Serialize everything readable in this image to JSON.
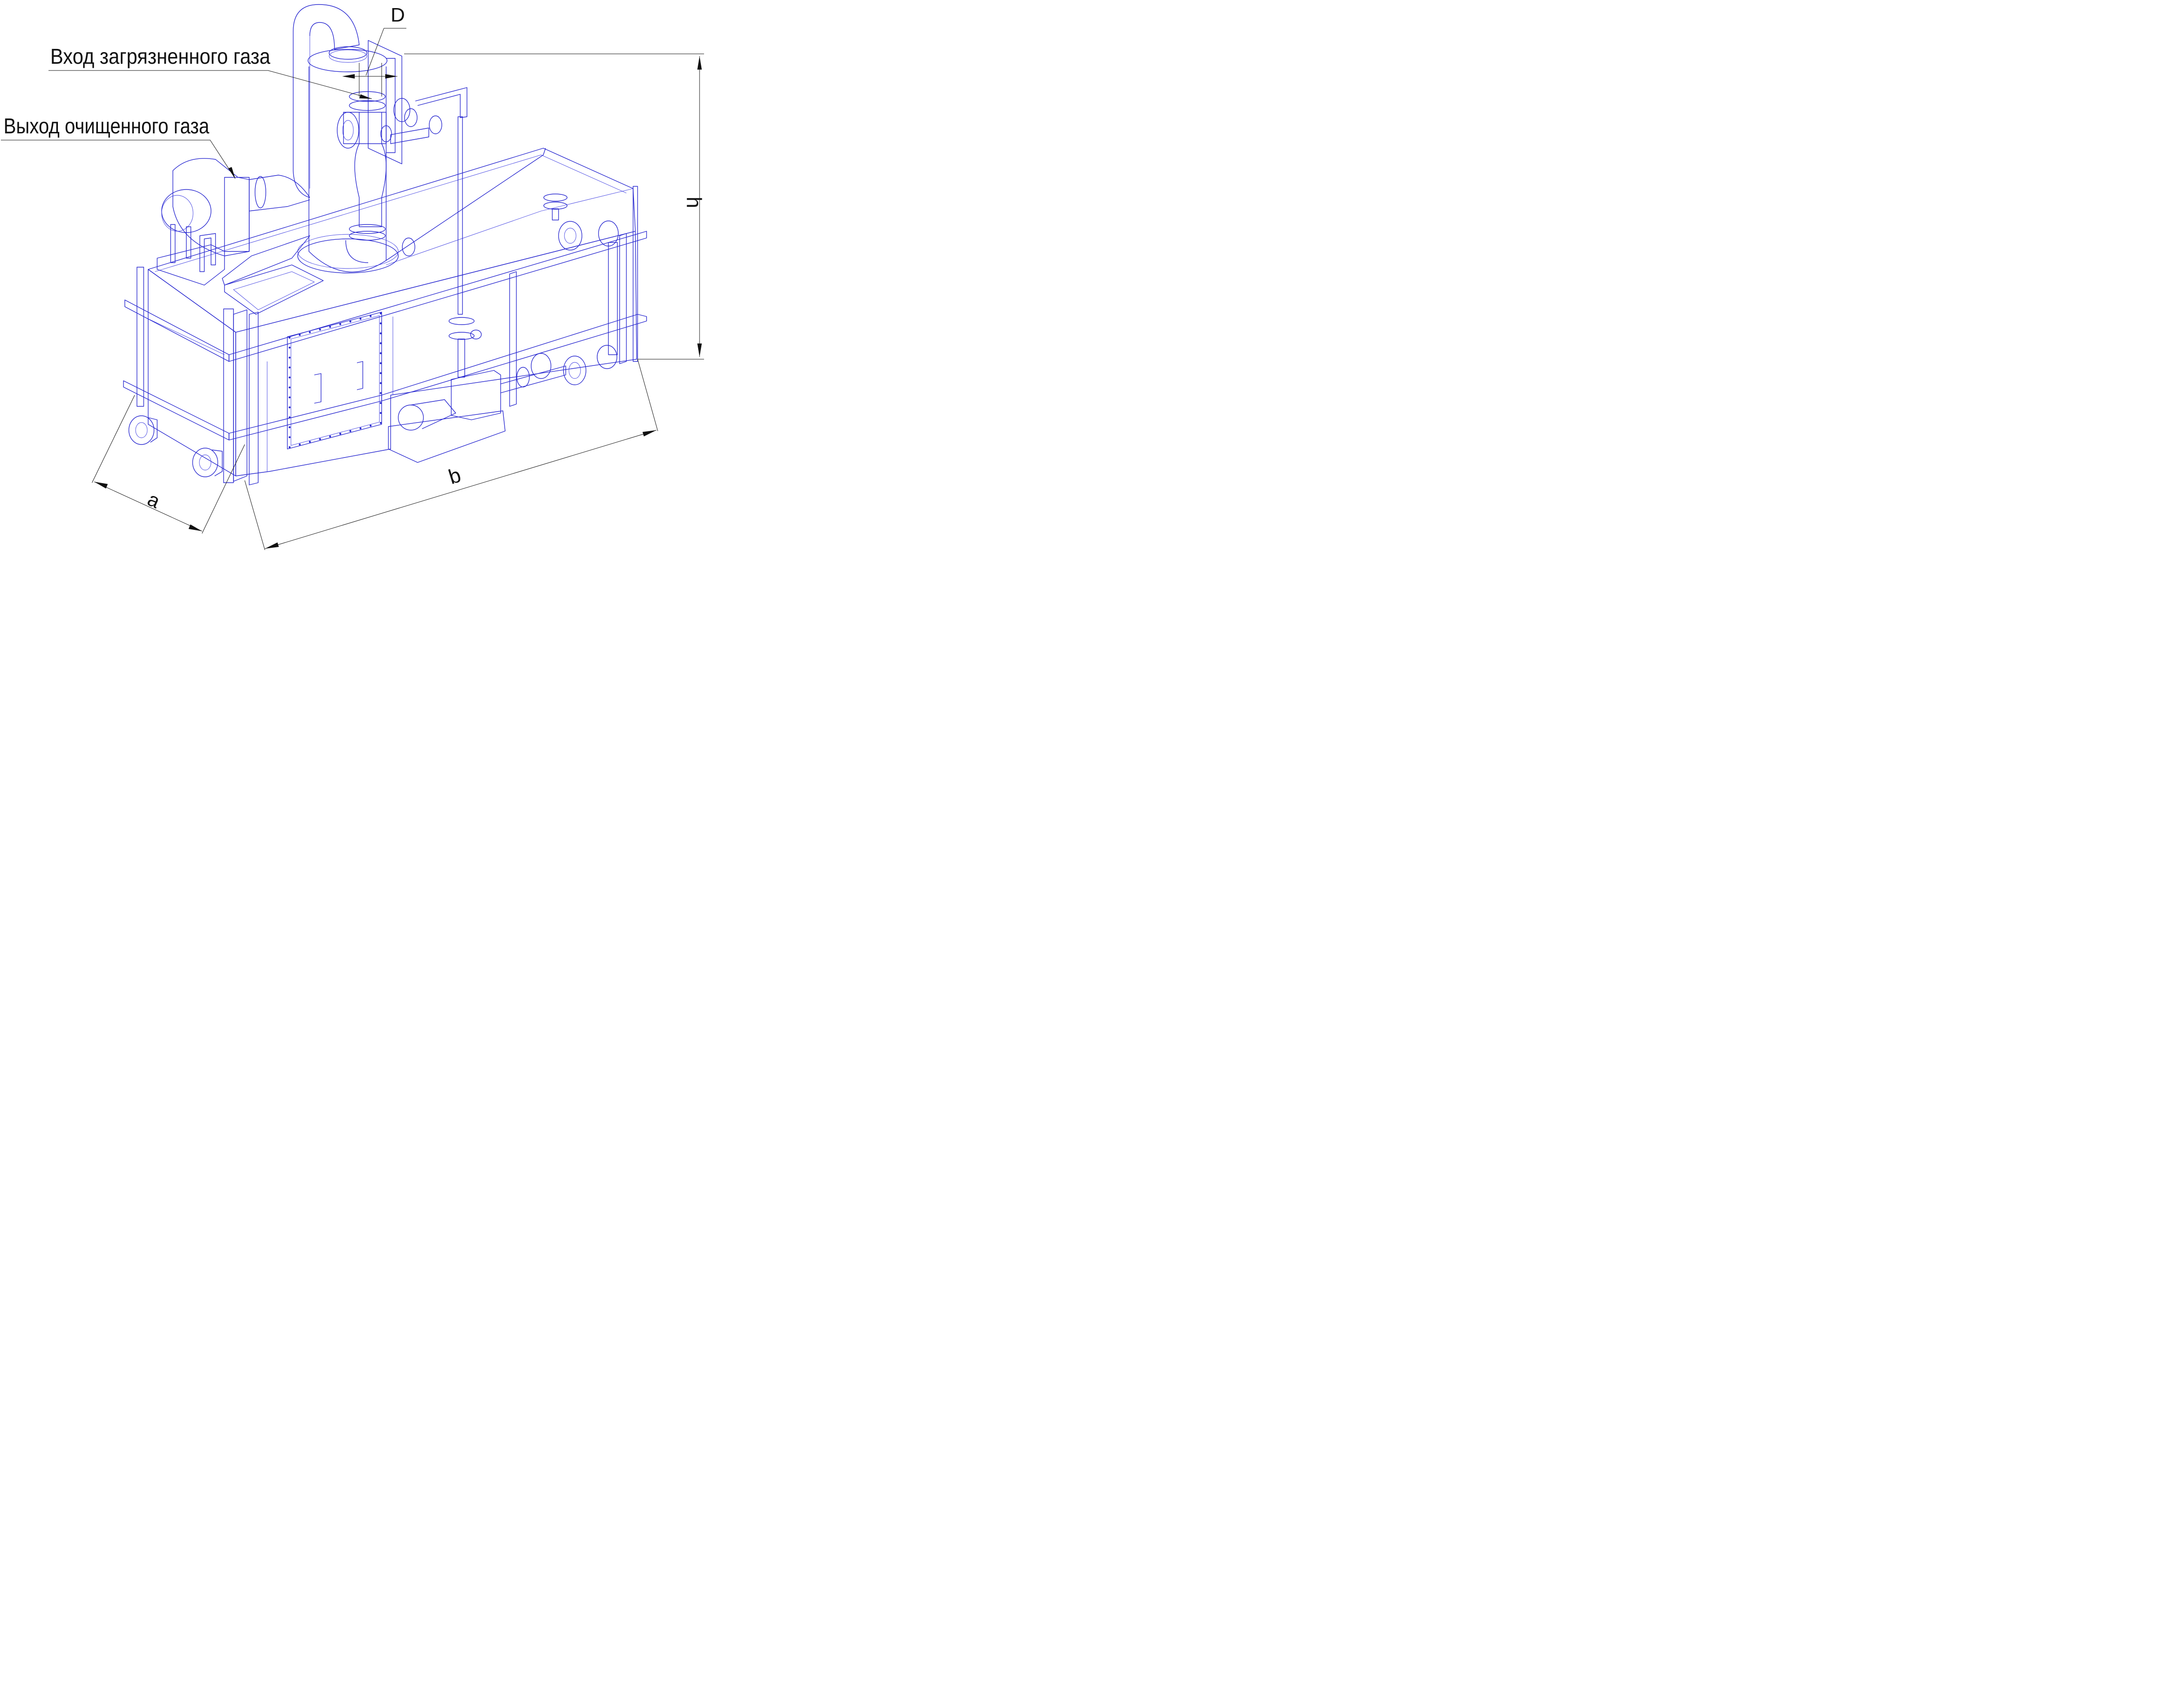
{
  "labels": {
    "inlet": "Вход загрязненного газа",
    "outlet": "Выход очищенного газа"
  },
  "dimensions": {
    "diameter": "D",
    "height": "h",
    "width": "a",
    "length": "b"
  },
  "colors": {
    "drawing": "#2a2ad0",
    "annotation": "#111111",
    "background": "#ffffff"
  }
}
